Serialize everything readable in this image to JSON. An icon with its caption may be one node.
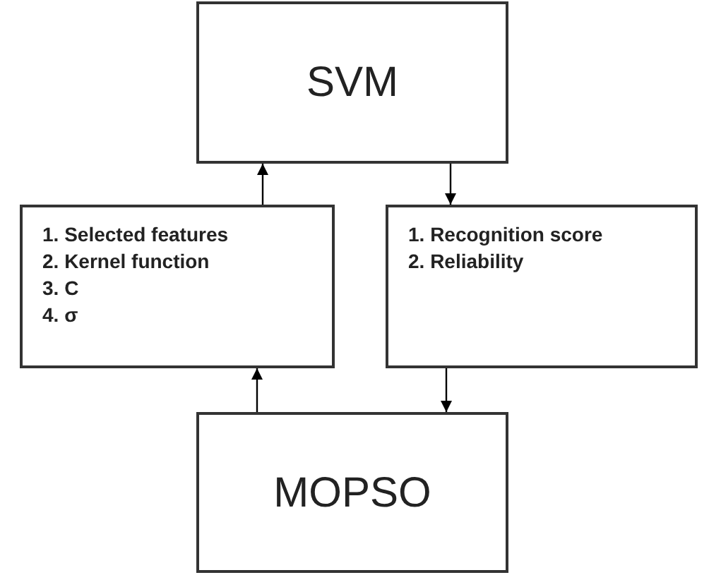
{
  "diagram": {
    "nodes": [
      {
        "text": [
          "SVM"
        ]
      },
      {
        "text": [
          "1. Selected features",
          "2. Kernel function",
          "3. C",
          "4. σ"
        ]
      },
      {
        "text": [
          "1. Recognition score",
          "2. Reliability"
        ]
      },
      {
        "text": [
          "MOPSO"
        ]
      }
    ],
    "edges": [
      {
        "from": 1,
        "to": 0,
        "arrow": "to"
      },
      {
        "from": 0,
        "to": 2,
        "arrow": "to"
      },
      {
        "from": 3,
        "to": 1,
        "arrow": "to"
      },
      {
        "from": 2,
        "to": 3,
        "arrow": "to"
      }
    ]
  }
}
